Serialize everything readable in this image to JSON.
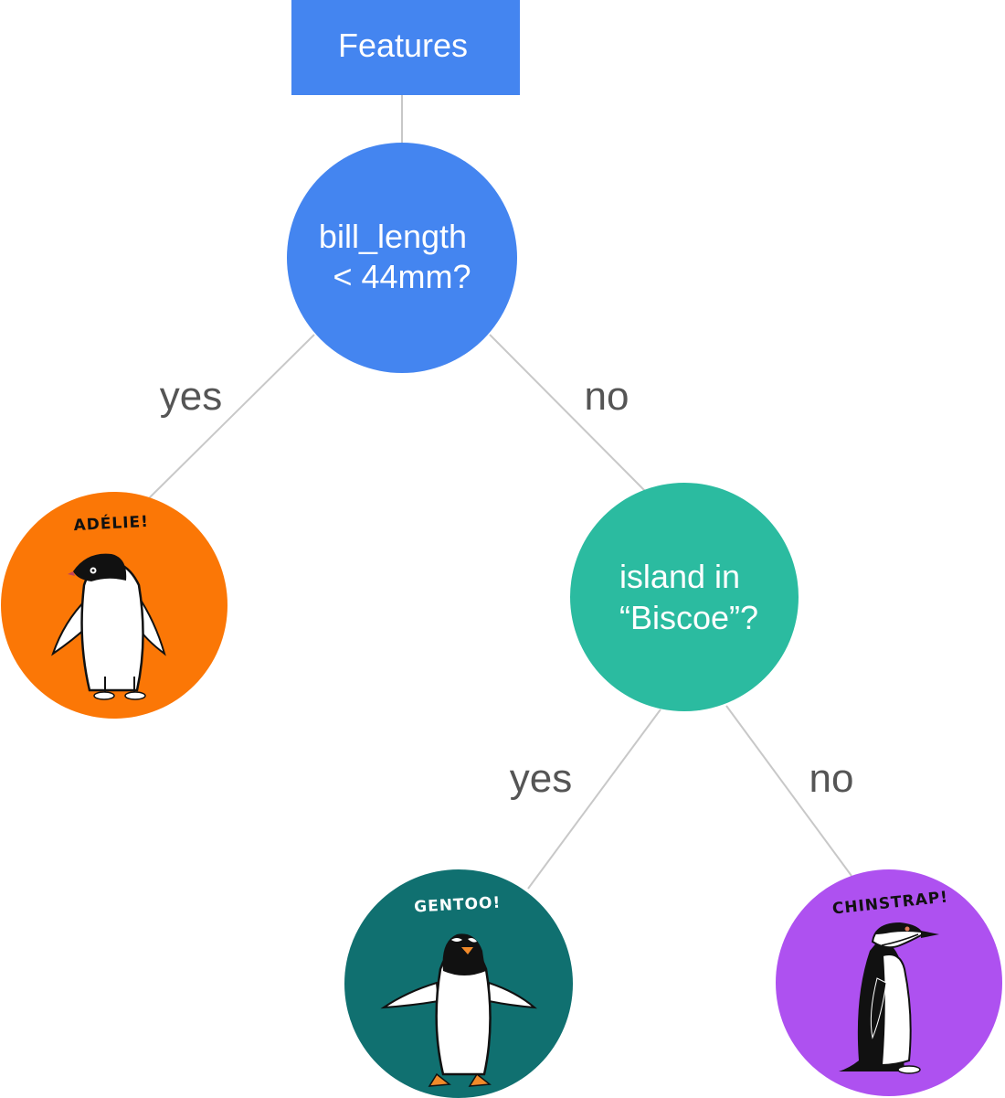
{
  "colors": {
    "root_box": "#4485f0",
    "bill_node": "#4485f0",
    "island_node": "#2bbba0",
    "adelie": "#fb7706",
    "gentoo": "#107070",
    "chinstrap": "#ae51f0",
    "edge_line": "#c8c8c8",
    "edge_text": "#555555"
  },
  "root": {
    "label": "Features"
  },
  "bill_node": {
    "line1": "bill_length",
    "line2": "< 44mm?"
  },
  "island_node": {
    "line1": "island in",
    "line2": "“Biscoe”?"
  },
  "edges": {
    "bill_yes": "yes",
    "bill_no": "no",
    "island_yes": "yes",
    "island_no": "no"
  },
  "leaves": {
    "adelie": {
      "label": "ADÉLIE!",
      "icon": "adelie-penguin-illustration"
    },
    "gentoo": {
      "label": "GENTOO!",
      "icon": "gentoo-penguin-illustration"
    },
    "chinstrap": {
      "label": "CHINSTRAP!",
      "icon": "chinstrap-penguin-illustration"
    }
  }
}
